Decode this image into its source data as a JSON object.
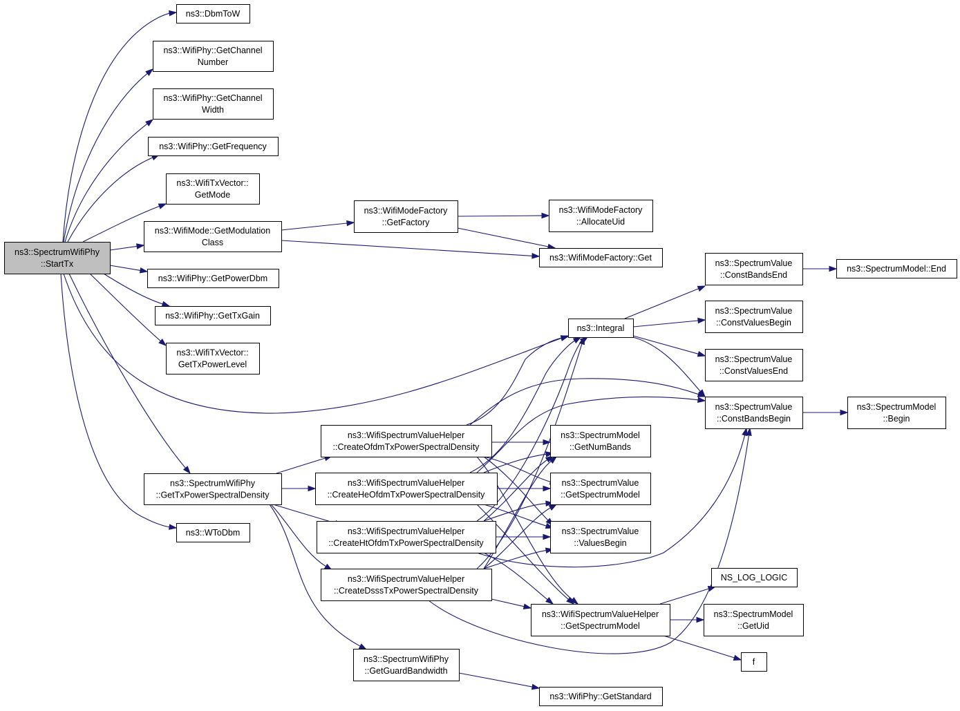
{
  "graph": {
    "nodes": [
      {
        "id": "starttx",
        "lines": [
          "ns3::SpectrumWifiPhy",
          "::StartTx"
        ],
        "root": true
      },
      {
        "id": "dbmtow",
        "lines": [
          "ns3::DbmToW"
        ]
      },
      {
        "id": "getchannelnumber",
        "lines": [
          "ns3::WifiPhy::GetChannel",
          "Number"
        ]
      },
      {
        "id": "getchannelwidth",
        "lines": [
          "ns3::WifiPhy::GetChannel",
          "Width"
        ]
      },
      {
        "id": "getfrequency",
        "lines": [
          "ns3::WifiPhy::GetFrequency"
        ]
      },
      {
        "id": "getmode",
        "lines": [
          "ns3::WifiTxVector::",
          "GetMode"
        ]
      },
      {
        "id": "getmodulationclass",
        "lines": [
          "ns3::WifiMode::GetModulation",
          "Class"
        ]
      },
      {
        "id": "getpowerdbm",
        "lines": [
          "ns3::WifiPhy::GetPowerDbm"
        ]
      },
      {
        "id": "gettxgain",
        "lines": [
          "ns3::WifiPhy::GetTxGain"
        ]
      },
      {
        "id": "gettxpowerlevel",
        "lines": [
          "ns3::WifiTxVector::",
          "GetTxPowerLevel"
        ]
      },
      {
        "id": "gettxpsd",
        "lines": [
          "ns3::SpectrumWifiPhy",
          "::GetTxPowerSpectralDensity"
        ]
      },
      {
        "id": "wtodbm",
        "lines": [
          "ns3::WToDbm"
        ]
      },
      {
        "id": "getfactory",
        "lines": [
          "ns3::WifiModeFactory",
          "::GetFactory"
        ]
      },
      {
        "id": "allocateuid",
        "lines": [
          "ns3::WifiModeFactory",
          "::AllocateUid"
        ]
      },
      {
        "id": "wmfget",
        "lines": [
          "ns3::WifiModeFactory::Get"
        ]
      },
      {
        "id": "constbandsend",
        "lines": [
          "ns3::SpectrumValue",
          "::ConstBandsEnd"
        ]
      },
      {
        "id": "smend",
        "lines": [
          "ns3::SpectrumModel::End"
        ]
      },
      {
        "id": "integral",
        "lines": [
          "ns3::Integral"
        ]
      },
      {
        "id": "constvaluesbegin",
        "lines": [
          "ns3::SpectrumValue",
          "::ConstValuesBegin"
        ]
      },
      {
        "id": "constvaluesend",
        "lines": [
          "ns3::SpectrumValue",
          "::ConstValuesEnd"
        ]
      },
      {
        "id": "constbandsbegin",
        "lines": [
          "ns3::SpectrumValue",
          "::ConstBandsBegin"
        ]
      },
      {
        "id": "smbegin",
        "lines": [
          "ns3::SpectrumModel",
          "::Begin"
        ]
      },
      {
        "id": "createofdm",
        "lines": [
          "ns3::WifiSpectrumValueHelper",
          "::CreateOfdmTxPowerSpectralDensity"
        ]
      },
      {
        "id": "createheofdm",
        "lines": [
          "ns3::WifiSpectrumValueHelper",
          "::CreateHeOfdmTxPowerSpectralDensity"
        ]
      },
      {
        "id": "createhtofdm",
        "lines": [
          "ns3::WifiSpectrumValueHelper",
          "::CreateHtOfdmTxPowerSpectralDensity"
        ]
      },
      {
        "id": "createdsss",
        "lines": [
          "ns3::WifiSpectrumValueHelper",
          "::CreateDsssTxPowerSpectralDensity"
        ]
      },
      {
        "id": "getnumbands",
        "lines": [
          "ns3::SpectrumModel",
          "::GetNumBands"
        ]
      },
      {
        "id": "svgetspectrummodel",
        "lines": [
          "ns3::SpectrumValue",
          "::GetSpectrumModel"
        ]
      },
      {
        "id": "valuesbegin",
        "lines": [
          "ns3::SpectrumValue",
          "::ValuesBegin"
        ]
      },
      {
        "id": "nslog",
        "lines": [
          "NS_LOG_LOGIC"
        ]
      },
      {
        "id": "helpergetspectrummodel",
        "lines": [
          "ns3::WifiSpectrumValueHelper",
          "::GetSpectrumModel"
        ]
      },
      {
        "id": "getuid",
        "lines": [
          "ns3::SpectrumModel",
          "::GetUid"
        ]
      },
      {
        "id": "f",
        "lines": [
          "f"
        ]
      },
      {
        "id": "getguardbandwidth",
        "lines": [
          "ns3::SpectrumWifiPhy",
          "::GetGuardBandwidth"
        ]
      },
      {
        "id": "getstandard",
        "lines": [
          "ns3::WifiPhy::GetStandard"
        ]
      }
    ],
    "edges": [
      {
        "from": "starttx",
        "to": "dbmtow"
      },
      {
        "from": "starttx",
        "to": "getchannelnumber"
      },
      {
        "from": "starttx",
        "to": "getchannelwidth"
      },
      {
        "from": "starttx",
        "to": "getfrequency"
      },
      {
        "from": "starttx",
        "to": "getmode"
      },
      {
        "from": "starttx",
        "to": "getmodulationclass"
      },
      {
        "from": "starttx",
        "to": "getpowerdbm"
      },
      {
        "from": "starttx",
        "to": "gettxgain"
      },
      {
        "from": "starttx",
        "to": "gettxpowerlevel"
      },
      {
        "from": "starttx",
        "to": "gettxpsd"
      },
      {
        "from": "starttx",
        "to": "wtodbm"
      },
      {
        "from": "starttx",
        "to": "integral"
      },
      {
        "from": "getmodulationclass",
        "to": "getfactory"
      },
      {
        "from": "getmodulationclass",
        "to": "wmfget"
      },
      {
        "from": "getfactory",
        "to": "allocateuid"
      },
      {
        "from": "getfactory",
        "to": "wmfget"
      },
      {
        "from": "integral",
        "to": "constbandsend"
      },
      {
        "from": "integral",
        "to": "constvaluesbegin"
      },
      {
        "from": "integral",
        "to": "constvaluesend"
      },
      {
        "from": "integral",
        "to": "constbandsbegin"
      },
      {
        "from": "constbandsend",
        "to": "smend"
      },
      {
        "from": "constbandsbegin",
        "to": "smbegin"
      },
      {
        "from": "gettxpsd",
        "to": "createofdm"
      },
      {
        "from": "gettxpsd",
        "to": "createheofdm"
      },
      {
        "from": "gettxpsd",
        "to": "createhtofdm"
      },
      {
        "from": "gettxpsd",
        "to": "createdsss"
      },
      {
        "from": "gettxpsd",
        "to": "getguardbandwidth"
      },
      {
        "from": "createofdm",
        "to": "integral"
      },
      {
        "from": "createofdm",
        "to": "constbandsbegin"
      },
      {
        "from": "createofdm",
        "to": "getnumbands"
      },
      {
        "from": "createofdm",
        "to": "svgetspectrummodel"
      },
      {
        "from": "createofdm",
        "to": "valuesbegin"
      },
      {
        "from": "createofdm",
        "to": "helpergetspectrummodel"
      },
      {
        "from": "createheofdm",
        "to": "integral"
      },
      {
        "from": "createheofdm",
        "to": "constbandsbegin"
      },
      {
        "from": "createheofdm",
        "to": "getnumbands"
      },
      {
        "from": "createheofdm",
        "to": "svgetspectrummodel"
      },
      {
        "from": "createheofdm",
        "to": "valuesbegin"
      },
      {
        "from": "createheofdm",
        "to": "helpergetspectrummodel"
      },
      {
        "from": "createhtofdm",
        "to": "integral"
      },
      {
        "from": "createhtofdm",
        "to": "constbandsbegin"
      },
      {
        "from": "createhtofdm",
        "to": "getnumbands"
      },
      {
        "from": "createhtofdm",
        "to": "svgetspectrummodel"
      },
      {
        "from": "createhtofdm",
        "to": "valuesbegin"
      },
      {
        "from": "createhtofdm",
        "to": "helpergetspectrummodel"
      },
      {
        "from": "createdsss",
        "to": "integral"
      },
      {
        "from": "createdsss",
        "to": "constbandsbegin"
      },
      {
        "from": "createdsss",
        "to": "getnumbands"
      },
      {
        "from": "createdsss",
        "to": "svgetspectrummodel"
      },
      {
        "from": "createdsss",
        "to": "valuesbegin"
      },
      {
        "from": "createdsss",
        "to": "helpergetspectrummodel"
      },
      {
        "from": "helpergetspectrummodel",
        "to": "nslog"
      },
      {
        "from": "helpergetspectrummodel",
        "to": "getuid"
      },
      {
        "from": "helpergetspectrummodel",
        "to": "f"
      },
      {
        "from": "getguardbandwidth",
        "to": "getstandard"
      }
    ]
  }
}
